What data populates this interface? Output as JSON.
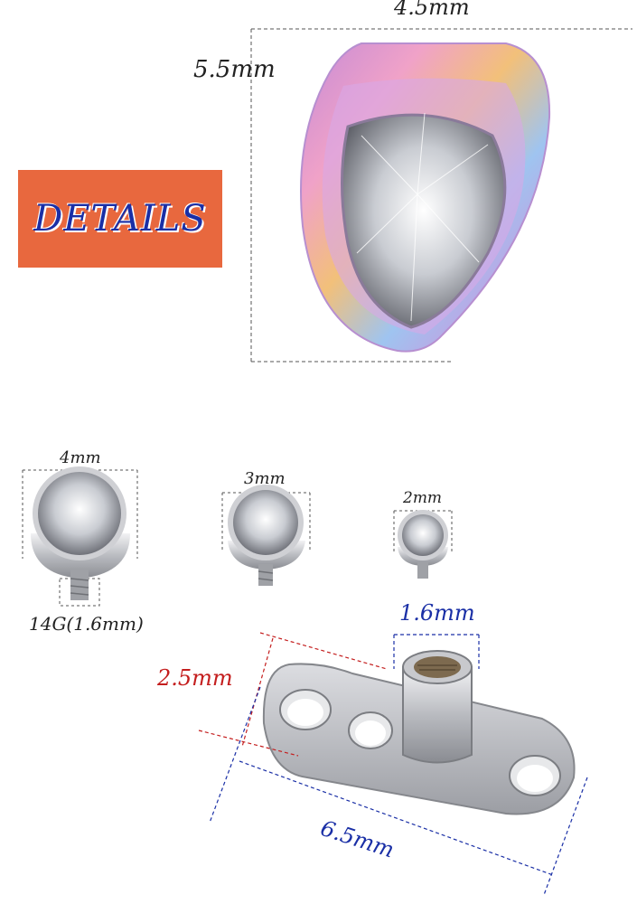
{
  "badge": {
    "label": "DETAILS",
    "bg_color": "#e8683e",
    "text_color": "#1a2fa6"
  },
  "top_gem": {
    "width_label": "4.5mm",
    "height_label": "5.5mm"
  },
  "gems": [
    {
      "size_label": "4mm"
    },
    {
      "size_label": "3mm"
    },
    {
      "size_label": "2mm"
    }
  ],
  "thread_label": "14G(1.6mm)",
  "anchor": {
    "height_label": "2.5mm",
    "post_label": "1.6mm",
    "length_label": "6.5mm",
    "height_color": "#c41e1e",
    "dim_color": "#1a2fa6"
  },
  "icons": [
    "teardrop-gem-icon",
    "round-gem-top-icon",
    "dermal-anchor-base-icon"
  ]
}
